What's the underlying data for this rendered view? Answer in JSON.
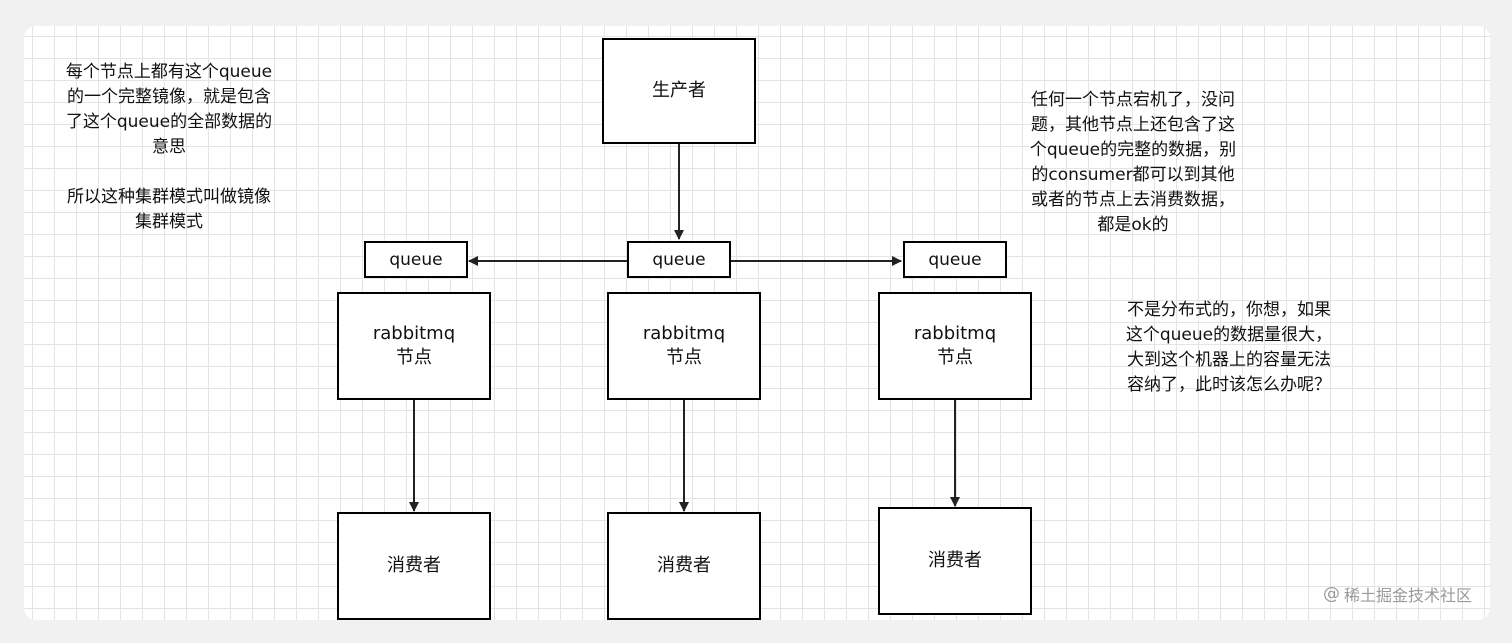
{
  "producer": {
    "label": "生产者"
  },
  "queues": [
    {
      "label": "queue"
    },
    {
      "label": "queue"
    },
    {
      "label": "queue"
    }
  ],
  "nodes": [
    {
      "label": "rabbitmq\n节点"
    },
    {
      "label": "rabbitmq\n节点"
    },
    {
      "label": "rabbitmq\n节点"
    }
  ],
  "consumers": [
    {
      "label": "消费者"
    },
    {
      "label": "消费者"
    },
    {
      "label": "消费者"
    }
  ],
  "notes": {
    "mirror": "每个节点上都有这个queue\n的一个完整镜像，就是包含\n了这个queue的全部数据的\n意思\n\n所以这种集群模式叫做镜像\n集群模式",
    "failover": "任何一个节点宕机了，没问\n题，其他节点上还包含了这\n个queue的完整的数据，别\n的consumer都可以到其他\n或者的节点上去消费数据，\n都是ok的",
    "capacity": "不是分布式的，你想，如果\n这个queue的数据量很大，\n大到这个机器上的容量无法\n容纳了，此时该怎么办呢？"
  },
  "watermark": {
    "icon": "at-icon",
    "text": "稀土掘金技术社区"
  }
}
